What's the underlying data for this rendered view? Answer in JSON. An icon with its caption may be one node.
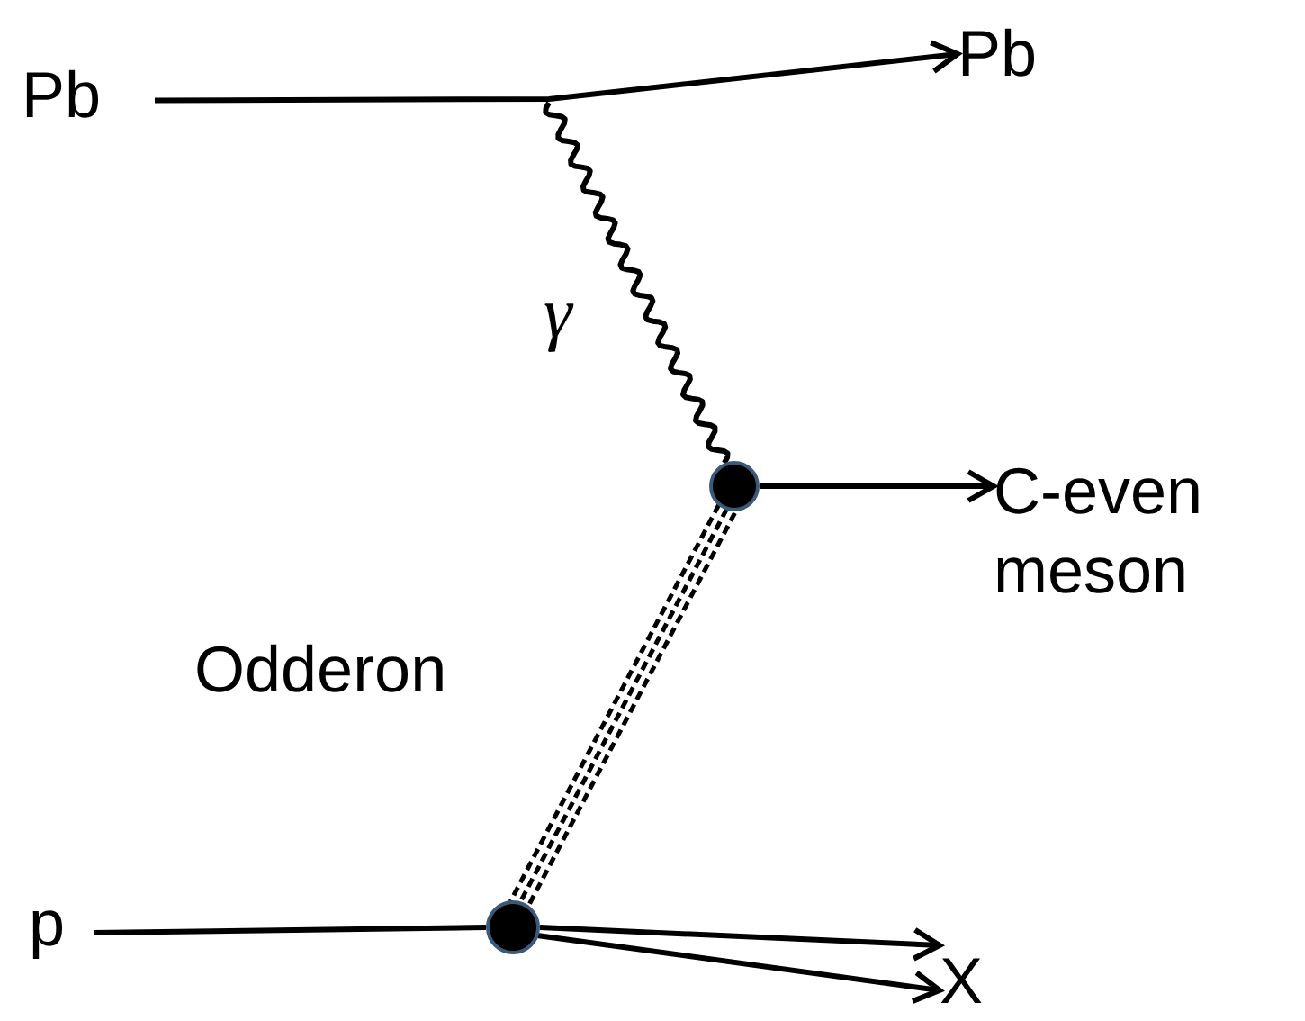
{
  "diagram": {
    "nodes": [
      {
        "text": [
          "Pb"
        ]
      },
      {
        "text": [
          "Pb"
        ]
      },
      {
        "text": [],
        "shape": "circle"
      },
      {
        "text": [
          "C-even meson"
        ]
      },
      {
        "text": [
          "p"
        ]
      },
      {
        "text": [],
        "shape": "circle"
      },
      {
        "text": [
          "X"
        ]
      }
    ],
    "edges": [
      {
        "from": 0,
        "to": 1,
        "arrow": "to"
      },
      {
        "from": null,
        "to": 2,
        "arrow": "none",
        "label": "γ"
      },
      {
        "from": 2,
        "to": 3,
        "arrow": "to"
      },
      {
        "from": 2,
        "to": 5,
        "arrow": "none",
        "style": "dashed",
        "label": "Odderon"
      },
      {
        "from": 4,
        "to": 5,
        "arrow": "none"
      },
      {
        "from": 5,
        "to": 6,
        "arrow": "to"
      },
      {
        "from": 5,
        "to": 6,
        "arrow": "to"
      }
    ]
  }
}
